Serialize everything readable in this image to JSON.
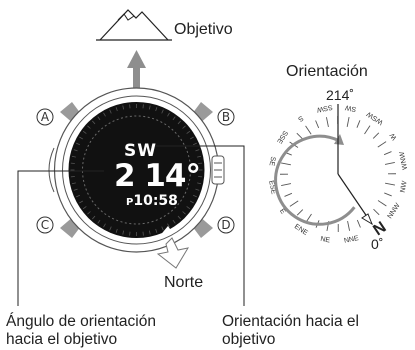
{
  "labels": {
    "target": "Objetivo",
    "north": "Norte",
    "orientation": "Orientación",
    "bearing_value": "214˚",
    "zero_value": "0˚",
    "callout_left_line1": "Ángulo de orientación",
    "callout_left_line2": "hacia el objetivo",
    "callout_right_line1": "Orientación hacia el",
    "callout_right_line2": "objetivo"
  },
  "watch": {
    "direction": "SW",
    "degrees": "2 14",
    "degree_symbol": "°",
    "time_prefix": "P",
    "time": "10:58",
    "buttons": [
      "A",
      "B",
      "C",
      "D"
    ]
  },
  "compass_labels": [
    "N",
    "NNE",
    "NE",
    "ENE",
    "E",
    "ESE",
    "SE",
    "SSE",
    "S",
    "SSW",
    "SW",
    "WSW",
    "W",
    "WNW",
    "NW",
    "NNW"
  ],
  "colors": {
    "accent_gray": "#9a9a9a",
    "dark": "#222222",
    "face": "#111111"
  }
}
